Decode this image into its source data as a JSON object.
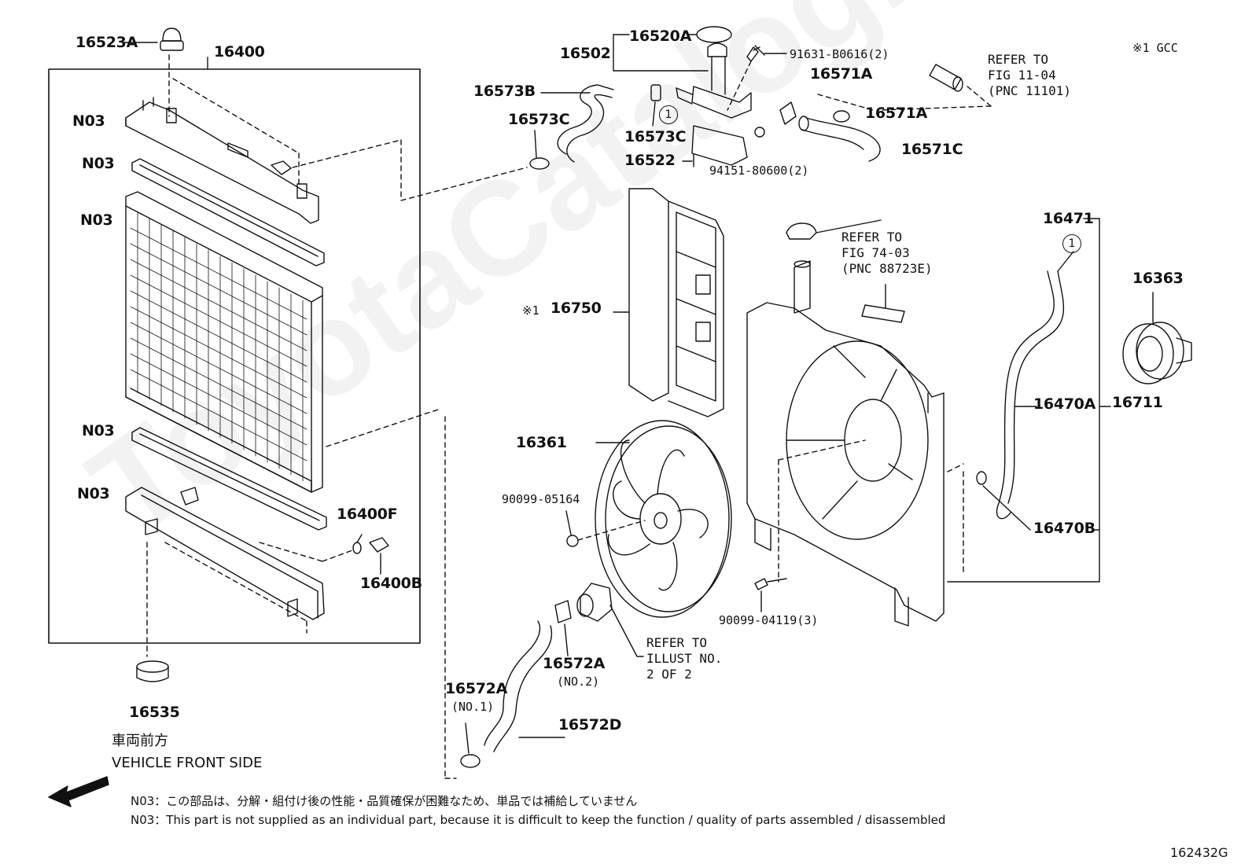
{
  "labels": {
    "p16523A": "16523A",
    "p16400": "16400",
    "n03_a": "N03",
    "n03_b": "N03",
    "n03_c": "N03",
    "n03_d": "N03",
    "n03_e": "N03",
    "p16400F": "16400F",
    "p16400B": "16400B",
    "p16535": "16535",
    "p16502": "16502",
    "p16520A": "16520A",
    "p91631": "91631-B0616(2)",
    "p16573B": "16573B",
    "p16573C_a": "16573C",
    "p16573C_b": "16573C",
    "p16522": "16522",
    "p94151": "94151-80600(2)",
    "p16571A_a": "16571A",
    "p16571A_b": "16571A",
    "p16571C": "16571C",
    "p16471": "16471",
    "p16750": "16750",
    "p16361": "16361",
    "p90099_05164": "90099-05164",
    "p90099_04119": "90099-04119(3)",
    "p16572A_no2": "16572A",
    "p16572A_no2_sub": "(NO.2)",
    "p16572A_no1": "16572A",
    "p16572A_no1_sub": "(NO.1)",
    "p16572D": "16572D",
    "p16363": "16363",
    "p16470A": "16470A",
    "p16711": "16711",
    "p16470B": "16470B",
    "gcc_note": "※1 GCC",
    "mark_16750": "※1"
  },
  "refs": {
    "fig11": "REFER TO\nFIG 11-04\n(PNC 11101)",
    "fig74": "REFER TO\nFIG 74-03\n(PNC 88723E)",
    "illust": "REFER TO\nILLUST NO.\n2 OF 2"
  },
  "circles": {
    "c1": "1",
    "c2": "1"
  },
  "front": {
    "jp": "車両前方",
    "en": "VEHICLE FRONT SIDE"
  },
  "notes": {
    "jp": "N03：この部品は、分解・組付け後の性能・品質確保が困難なため、単品では補給していません",
    "en": "N03：This part is not supplied as an individual part, because it is difficult to keep the function / quality of parts assembled / disassembled"
  },
  "figure_id": "162432G",
  "watermark": "ToyotaCatalog.ru"
}
